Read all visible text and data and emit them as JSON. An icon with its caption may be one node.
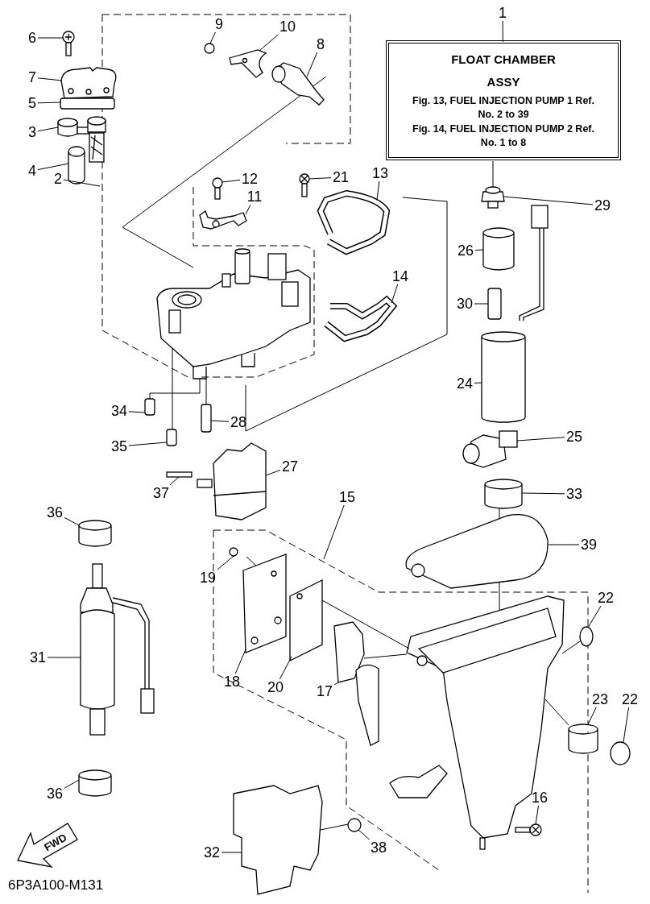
{
  "diagram": {
    "nodes": [
      {
        "text": [
          "1"
        ]
      },
      {
        "text": [
          "FLOAT CHAMBER ASSY",
          "Fig. 13, FUEL INJECTION PUMP 1 Ref. No. 2 to 39",
          "Fig. 14, FUEL INJECTION PUMP 2 Ref. No. 1 to 8"
        ]
      },
      {
        "text": [
          "9"
        ]
      },
      {
        "text": [
          "10"
        ]
      },
      {
        "text": [
          "6"
        ]
      },
      {
        "text": [
          "8"
        ]
      },
      {
        "text": [
          "7"
        ]
      },
      {
        "text": [
          "5"
        ]
      },
      {
        "text": [
          "3"
        ]
      },
      {
        "text": [
          "4"
        ]
      },
      {
        "text": [
          "2"
        ]
      },
      {
        "text": [
          "12"
        ]
      },
      {
        "text": [
          "21"
        ]
      },
      {
        "text": [
          "13"
        ]
      },
      {
        "text": [
          "11"
        ]
      },
      {
        "text": [
          "29"
        ]
      },
      {
        "text": [
          "26"
        ]
      },
      {
        "text": [
          "14"
        ]
      },
      {
        "text": [
          "30"
        ]
      },
      {
        "text": [
          "24"
        ]
      },
      {
        "text": [
          "34"
        ]
      },
      {
        "text": [
          "28"
        ]
      },
      {
        "text": [
          "25"
        ]
      },
      {
        "text": [
          "35"
        ]
      },
      {
        "text": [
          "27"
        ]
      },
      {
        "text": [
          "37"
        ]
      },
      {
        "text": [
          "33"
        ]
      },
      {
        "text": [
          "15"
        ]
      },
      {
        "text": [
          "36"
        ]
      },
      {
        "text": [
          "39"
        ]
      },
      {
        "text": [
          "19"
        ]
      },
      {
        "text": [
          "22"
        ]
      },
      {
        "text": [
          "31"
        ]
      },
      {
        "text": [
          "18"
        ]
      },
      {
        "text": [
          "20"
        ]
      },
      {
        "text": [
          "17"
        ]
      },
      {
        "text": [
          "23"
        ]
      },
      {
        "text": [
          "22"
        ]
      },
      {
        "text": [
          "36"
        ]
      },
      {
        "text": [
          "16"
        ]
      },
      {
        "text": [
          "38"
        ]
      },
      {
        "text": [
          "32"
        ]
      },
      {
        "text": [],
        "shape": "circle"
      },
      {
        "text": [],
        "shape": "picture"
      },
      {
        "text": [],
        "shape": "picture"
      },
      {
        "text": [],
        "shape": "picture"
      },
      {
        "text": [],
        "shape": "picture"
      },
      {
        "text": [],
        "shape": "box"
      },
      {
        "text": [],
        "shape": "picture"
      },
      {
        "text": [],
        "shape": "cylinder"
      },
      {
        "text": [],
        "shape": "picture"
      },
      {
        "text": [],
        "shape": "picture"
      },
      {
        "text": [],
        "shape": "picture"
      },
      {
        "text": [],
        "shape": "picture"
      },
      {
        "text": [],
        "shape": "picture"
      },
      {
        "text": [],
        "shape": "cylinder"
      },
      {
        "text": [],
        "shape": "picture"
      },
      {
        "text": [],
        "shape": "box"
      },
      {
        "text": [],
        "shape": "cylinder"
      },
      {
        "text": [],
        "shape": "box"
      },
      {
        "text": [],
        "shape": "box"
      },
      {
        "text": [],
        "shape": "picture"
      },
      {
        "text": [],
        "shape": "box"
      },
      {
        "text": [],
        "shape": "picture"
      },
      {
        "text": [],
        "shape": "bar"
      },
      {
        "text": [],
        "shape": "cylinder"
      },
      {
        "text": [],
        "shape": "cylinder"
      },
      {
        "text": [],
        "shape": "picture"
      },
      {
        "text": [],
        "shape": "circle"
      },
      {
        "text": [],
        "shape": "circle"
      },
      {
        "text": [],
        "shape": "picture"
      },
      {
        "text": [],
        "shape": "picture"
      },
      {
        "text": [],
        "shape": "picture"
      },
      {
        "text": [],
        "shape": "picture"
      },
      {
        "text": [],
        "shape": "cylinder"
      },
      {
        "text": [],
        "shape": "circle"
      },
      {
        "text": [],
        "shape": "cylinder"
      },
      {
        "text": [],
        "shape": "picture"
      },
      {
        "text": [],
        "shape": "circle"
      },
      {
        "text": [],
        "shape": "picture"
      },
      {
        "text": [],
        "shape": "picture"
      },
      {
        "text": [],
        "shape": "picture"
      }
    ],
    "edges": [
      {
        "from": 0,
        "to": 1,
        "arrow": "none"
      },
      {
        "from": 2,
        "to": 42,
        "arrow": "none"
      },
      {
        "from": 3,
        "to": 43,
        "arrow": "none"
      },
      {
        "from": 4,
        "to": 44,
        "arrow": "none"
      },
      {
        "from": 5,
        "to": 45,
        "arrow": "none"
      },
      {
        "from": 6,
        "to": 46,
        "arrow": "none"
      },
      {
        "from": 7,
        "to": 47,
        "arrow": "none"
      },
      {
        "from": 8,
        "to": 48,
        "arrow": "none"
      },
      {
        "from": 9,
        "to": 49,
        "arrow": "none"
      },
      {
        "from": 10,
        "to": null,
        "arrow": "none"
      },
      {
        "from": 11,
        "to": 50,
        "arrow": "none"
      },
      {
        "from": 12,
        "to": 51,
        "arrow": "none"
      },
      {
        "from": 13,
        "to": 52,
        "arrow": "none"
      },
      {
        "from": 14,
        "to": 53,
        "arrow": "none"
      },
      {
        "from": 15,
        "to": 54,
        "arrow": "none"
      },
      {
        "from": 16,
        "to": 55,
        "arrow": "none"
      },
      {
        "from": 17,
        "to": 56,
        "arrow": "none"
      },
      {
        "from": 18,
        "to": 57,
        "arrow": "none"
      },
      {
        "from": 19,
        "to": 58,
        "arrow": "none"
      },
      {
        "from": 20,
        "to": 59,
        "arrow": "none"
      },
      {
        "from": 21,
        "to": 60,
        "arrow": "none"
      },
      {
        "from": 22,
        "to": 61,
        "arrow": "none"
      },
      {
        "from": 23,
        "to": 62,
        "arrow": "none"
      },
      {
        "from": 24,
        "to": 63,
        "arrow": "none"
      },
      {
        "from": 25,
        "to": 64,
        "arrow": "none"
      },
      {
        "from": 26,
        "to": 65,
        "arrow": "none"
      },
      {
        "from": 27,
        "to": null,
        "arrow": "none"
      },
      {
        "from": 28,
        "to": 66,
        "arrow": "none"
      },
      {
        "from": 29,
        "to": 67,
        "arrow": "none"
      },
      {
        "from": 30,
        "to": 68,
        "arrow": "none"
      },
      {
        "from": 31,
        "to": 69,
        "arrow": "none"
      },
      {
        "from": 32,
        "to": 70,
        "arrow": "none"
      },
      {
        "from": 33,
        "to": 71,
        "arrow": "none"
      },
      {
        "from": 34,
        "to": 72,
        "arrow": "none"
      },
      {
        "from": 35,
        "to": 73,
        "arrow": "none"
      },
      {
        "from": 36,
        "to": 74,
        "arrow": "none"
      },
      {
        "from": 37,
        "to": 75,
        "arrow": "none"
      },
      {
        "from": 38,
        "to": 76,
        "arrow": "none"
      },
      {
        "from": 39,
        "to": 77,
        "arrow": "none"
      },
      {
        "from": 40,
        "to": 78,
        "arrow": "none"
      },
      {
        "from": 41,
        "to": 79,
        "arrow": "none"
      },
      {
        "from": 1,
        "to": 54,
        "arrow": "none"
      },
      {
        "from": 65,
        "to": 67,
        "arrow": "none"
      },
      {
        "from": 68,
        "to": 71,
        "arrow": "none"
      },
      {
        "from": 72,
        "to": 80,
        "arrow": "none"
      },
      {
        "from": 67,
        "to": 80,
        "arrow": "none"
      },
      {
        "from": 69,
        "to": 80,
        "arrow": "none"
      },
      {
        "from": 74,
        "to": 80,
        "arrow": "none"
      },
      {
        "from": 78,
        "to": 79,
        "arrow": "none"
      },
      {
        "from": 73,
        "to": 80,
        "arrow": "none"
      },
      {
        "from": 81,
        "to": 62,
        "arrow": "none"
      },
      {
        "from": 81,
        "to": 59,
        "arrow": "none"
      },
      {
        "from": 81,
        "to": 60,
        "arrow": "none"
      }
    ],
    "labels": [
      "FWD",
      "6P3A100-M131"
    ]
  }
}
